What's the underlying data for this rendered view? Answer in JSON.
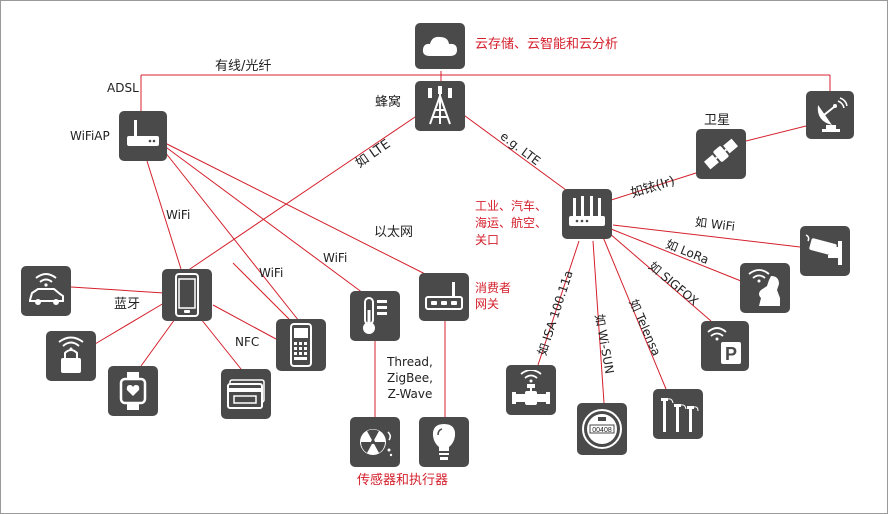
{
  "colors": {
    "line": "#d4202c",
    "node": "#4a4a4a",
    "text": "#222222",
    "accent": "#d4202c"
  },
  "nodes": [
    {
      "id": "cloud",
      "icon": "cloud-icon"
    },
    {
      "id": "tower",
      "icon": "cell-tower-icon"
    },
    {
      "id": "satellite-dish",
      "icon": "satellite-dish-icon"
    },
    {
      "id": "wifi-ap",
      "icon": "wifi-router-icon"
    },
    {
      "id": "satellite",
      "icon": "satellite-icon"
    },
    {
      "id": "gateway",
      "icon": "gateway-router-icon"
    },
    {
      "id": "car",
      "icon": "connected-car-icon"
    },
    {
      "id": "lock",
      "icon": "smart-lock-icon"
    },
    {
      "id": "watch",
      "icon": "smartwatch-icon"
    },
    {
      "id": "phone",
      "icon": "smartphone-icon"
    },
    {
      "id": "card",
      "icon": "credit-card-icon"
    },
    {
      "id": "pos",
      "icon": "pos-terminal-icon"
    },
    {
      "id": "thermo",
      "icon": "thermometer-icon"
    },
    {
      "id": "consumer-gw",
      "icon": "consumer-gateway-icon"
    },
    {
      "id": "radiation",
      "icon": "radiation-sensor-icon"
    },
    {
      "id": "bulb",
      "icon": "light-bulb-icon"
    },
    {
      "id": "camera",
      "icon": "security-camera-icon"
    },
    {
      "id": "pet",
      "icon": "pet-tracker-icon"
    },
    {
      "id": "parking",
      "icon": "parking-icon"
    },
    {
      "id": "valve",
      "icon": "water-valve-icon"
    },
    {
      "id": "meter",
      "icon": "smart-meter-icon"
    },
    {
      "id": "sprinkler",
      "icon": "sprinkler-icon"
    }
  ],
  "labels": {
    "cloud": "云存储、云智能和云分析",
    "wired": "有线/光纤",
    "adsl": "ADSL",
    "cellular": "蜂窝",
    "wifiap": "WiFiAP",
    "e_g_lte": "e.g. LTE",
    "ru_lte": "如 LTE",
    "satellite": "卫星",
    "iridium": "如铱(Ir)",
    "industrial": "工业、汽车、\n海运、航空、\n关口",
    "wifi_1": "WiFi",
    "wifi_2": "WiFi",
    "wifi_3": "WiFi",
    "ethernet": "以太网",
    "ru_wifi": "如 WiFi",
    "ru_lora": "如 LoRa",
    "ru_sigfox": "如 SIGFOX",
    "bluetooth": "蓝牙",
    "nfc": "NFC",
    "consumer_gw": "消费者\n网关",
    "protocols": "Thread,\nZigBee,\nZ-Wave",
    "isa": "如 ISA 100.11a",
    "wisun": "如 Wi-SUN",
    "telensa": "如 Telensa",
    "sensors": "传感器和执行器",
    "meter_reading": "00408"
  }
}
